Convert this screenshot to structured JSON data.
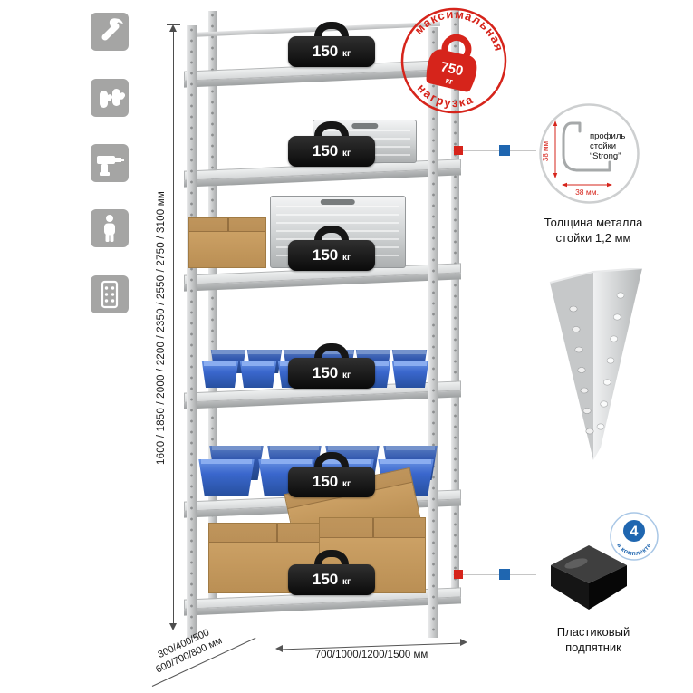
{
  "stamp": {
    "arc_top": "максимальная",
    "arc_bottom": "нагрузка",
    "value": "750",
    "unit": "кг"
  },
  "shelf_badges": [
    {
      "load": "150",
      "unit": "кг"
    },
    {
      "load": "150",
      "unit": "кг"
    },
    {
      "load": "150",
      "unit": "кг"
    },
    {
      "load": "150",
      "unit": "кг"
    },
    {
      "load": "150",
      "unit": "кг"
    },
    {
      "load": "150",
      "unit": "кг"
    }
  ],
  "height_dimension": {
    "label": "1600 / 1850 / 2000 / 2200 / 2350 / 2550 / 2750 / 3100 мм"
  },
  "depth_dimension": {
    "line1": "300/400/500",
    "line2": "600/700/800 мм"
  },
  "width_dimension": {
    "label": "700/1000/1200/1500 мм"
  },
  "profile": {
    "dim_v": "38 мм",
    "dim_h": "38 мм.",
    "name_l1": "профиль",
    "name_l2": "стойки",
    "name_l3": "“Strong”",
    "caption_l1": "Толщина металла",
    "caption_l2": "стойки 1,2 мм"
  },
  "foot": {
    "badge_value": "4",
    "badge_arc": "в комплекте",
    "caption_l1": "Пластиковый",
    "caption_l2": "подпятник"
  },
  "left_toolbar": {
    "icons": [
      "wrench-icon",
      "gloves-icon",
      "drill-icon",
      "person-icon",
      "rack-icon"
    ]
  },
  "colors": {
    "accent_red": "#d6241b",
    "accent_blue": "#1f66b0",
    "bin_blue": "#2f5ec4",
    "icon_gray": "#a5a5a4",
    "metal_light": "#e8e9ea",
    "metal_dark": "#a9abac"
  }
}
